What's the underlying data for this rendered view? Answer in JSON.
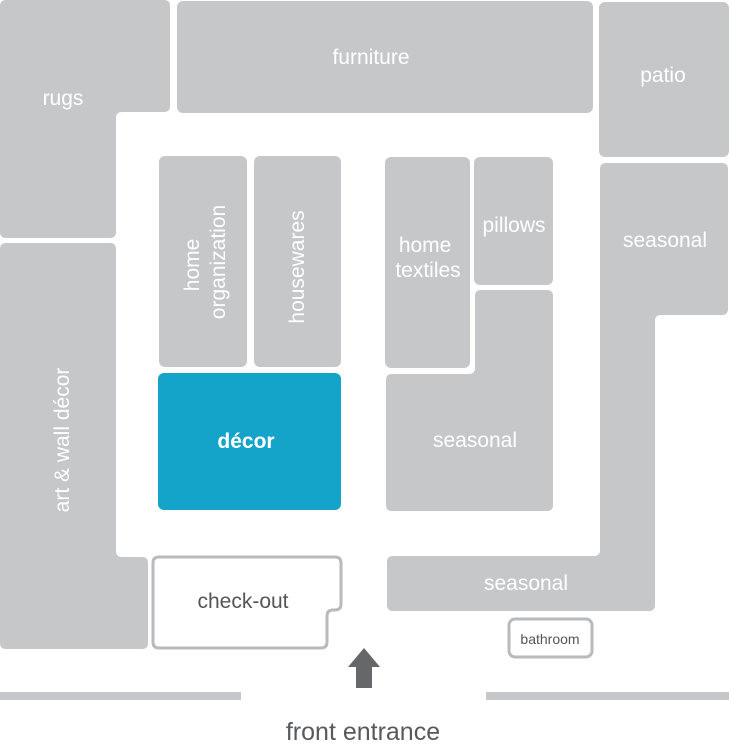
{
  "map": {
    "departments": {
      "rugs": "rugs",
      "furniture": "furniture",
      "patio": "patio",
      "home_organization": [
        "home",
        "organization"
      ],
      "housewares": "housewares",
      "home_textiles": [
        "home",
        "textiles"
      ],
      "pillows": "pillows",
      "seasonal_right": "seasonal",
      "seasonal_center": "seasonal",
      "seasonal_bottom": "seasonal",
      "art_wall_decor": "art & wall décor",
      "decor": "décor",
      "checkout": "check-out",
      "bathroom": "bathroom"
    },
    "entrance_label": "front entrance",
    "highlighted_department": "décor",
    "colors": {
      "department": "#c6c7c9",
      "highlight": "#14a3c9",
      "outline": "#b9babc",
      "text_on_department": "#ffffff",
      "text_dark": "#555557"
    }
  }
}
